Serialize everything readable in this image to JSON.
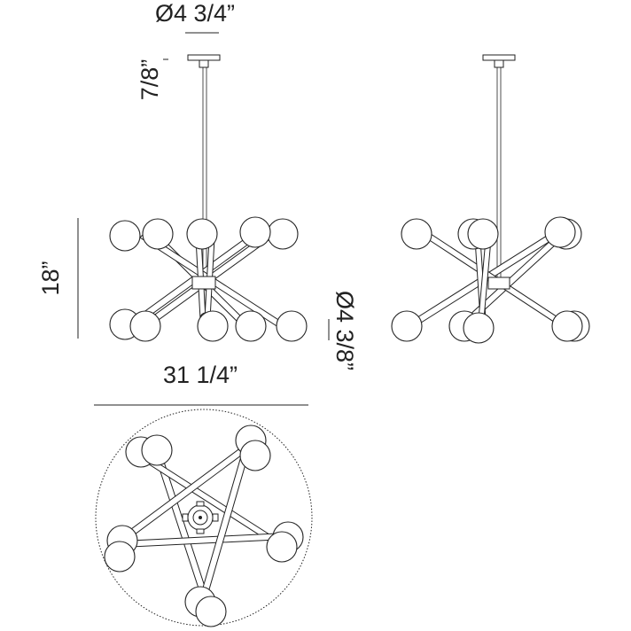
{
  "dimensions": {
    "canopy_diameter": "Ø4 3/4”",
    "canopy_height": "7/8”",
    "fixture_height": "18”",
    "fixture_width": "31 1/4”",
    "globe_diameter": "Ø4 3/8”"
  },
  "colors": {
    "line": "#222222",
    "background": "#ffffff"
  }
}
